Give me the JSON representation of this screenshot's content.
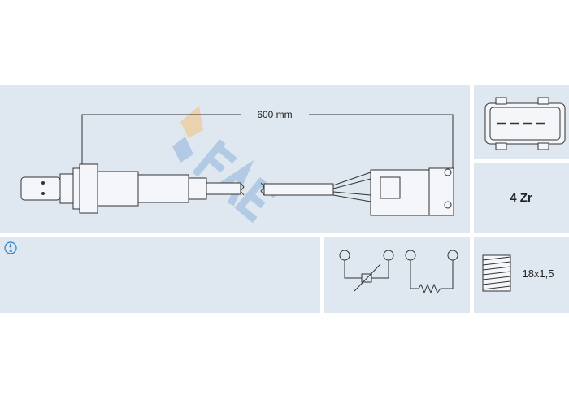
{
  "diagram": {
    "length_label": "600 mm",
    "connector_label": "4 Zr",
    "thread_label": "18x1,5",
    "info_icon": "info-icon",
    "logo_text": "FAE",
    "colors": {
      "panel": "#dfe7f0",
      "line": "#333333",
      "logo_blue": "#8fb4d9",
      "logo_orange": "#f3c27a",
      "info": "#2a7fc0"
    }
  }
}
